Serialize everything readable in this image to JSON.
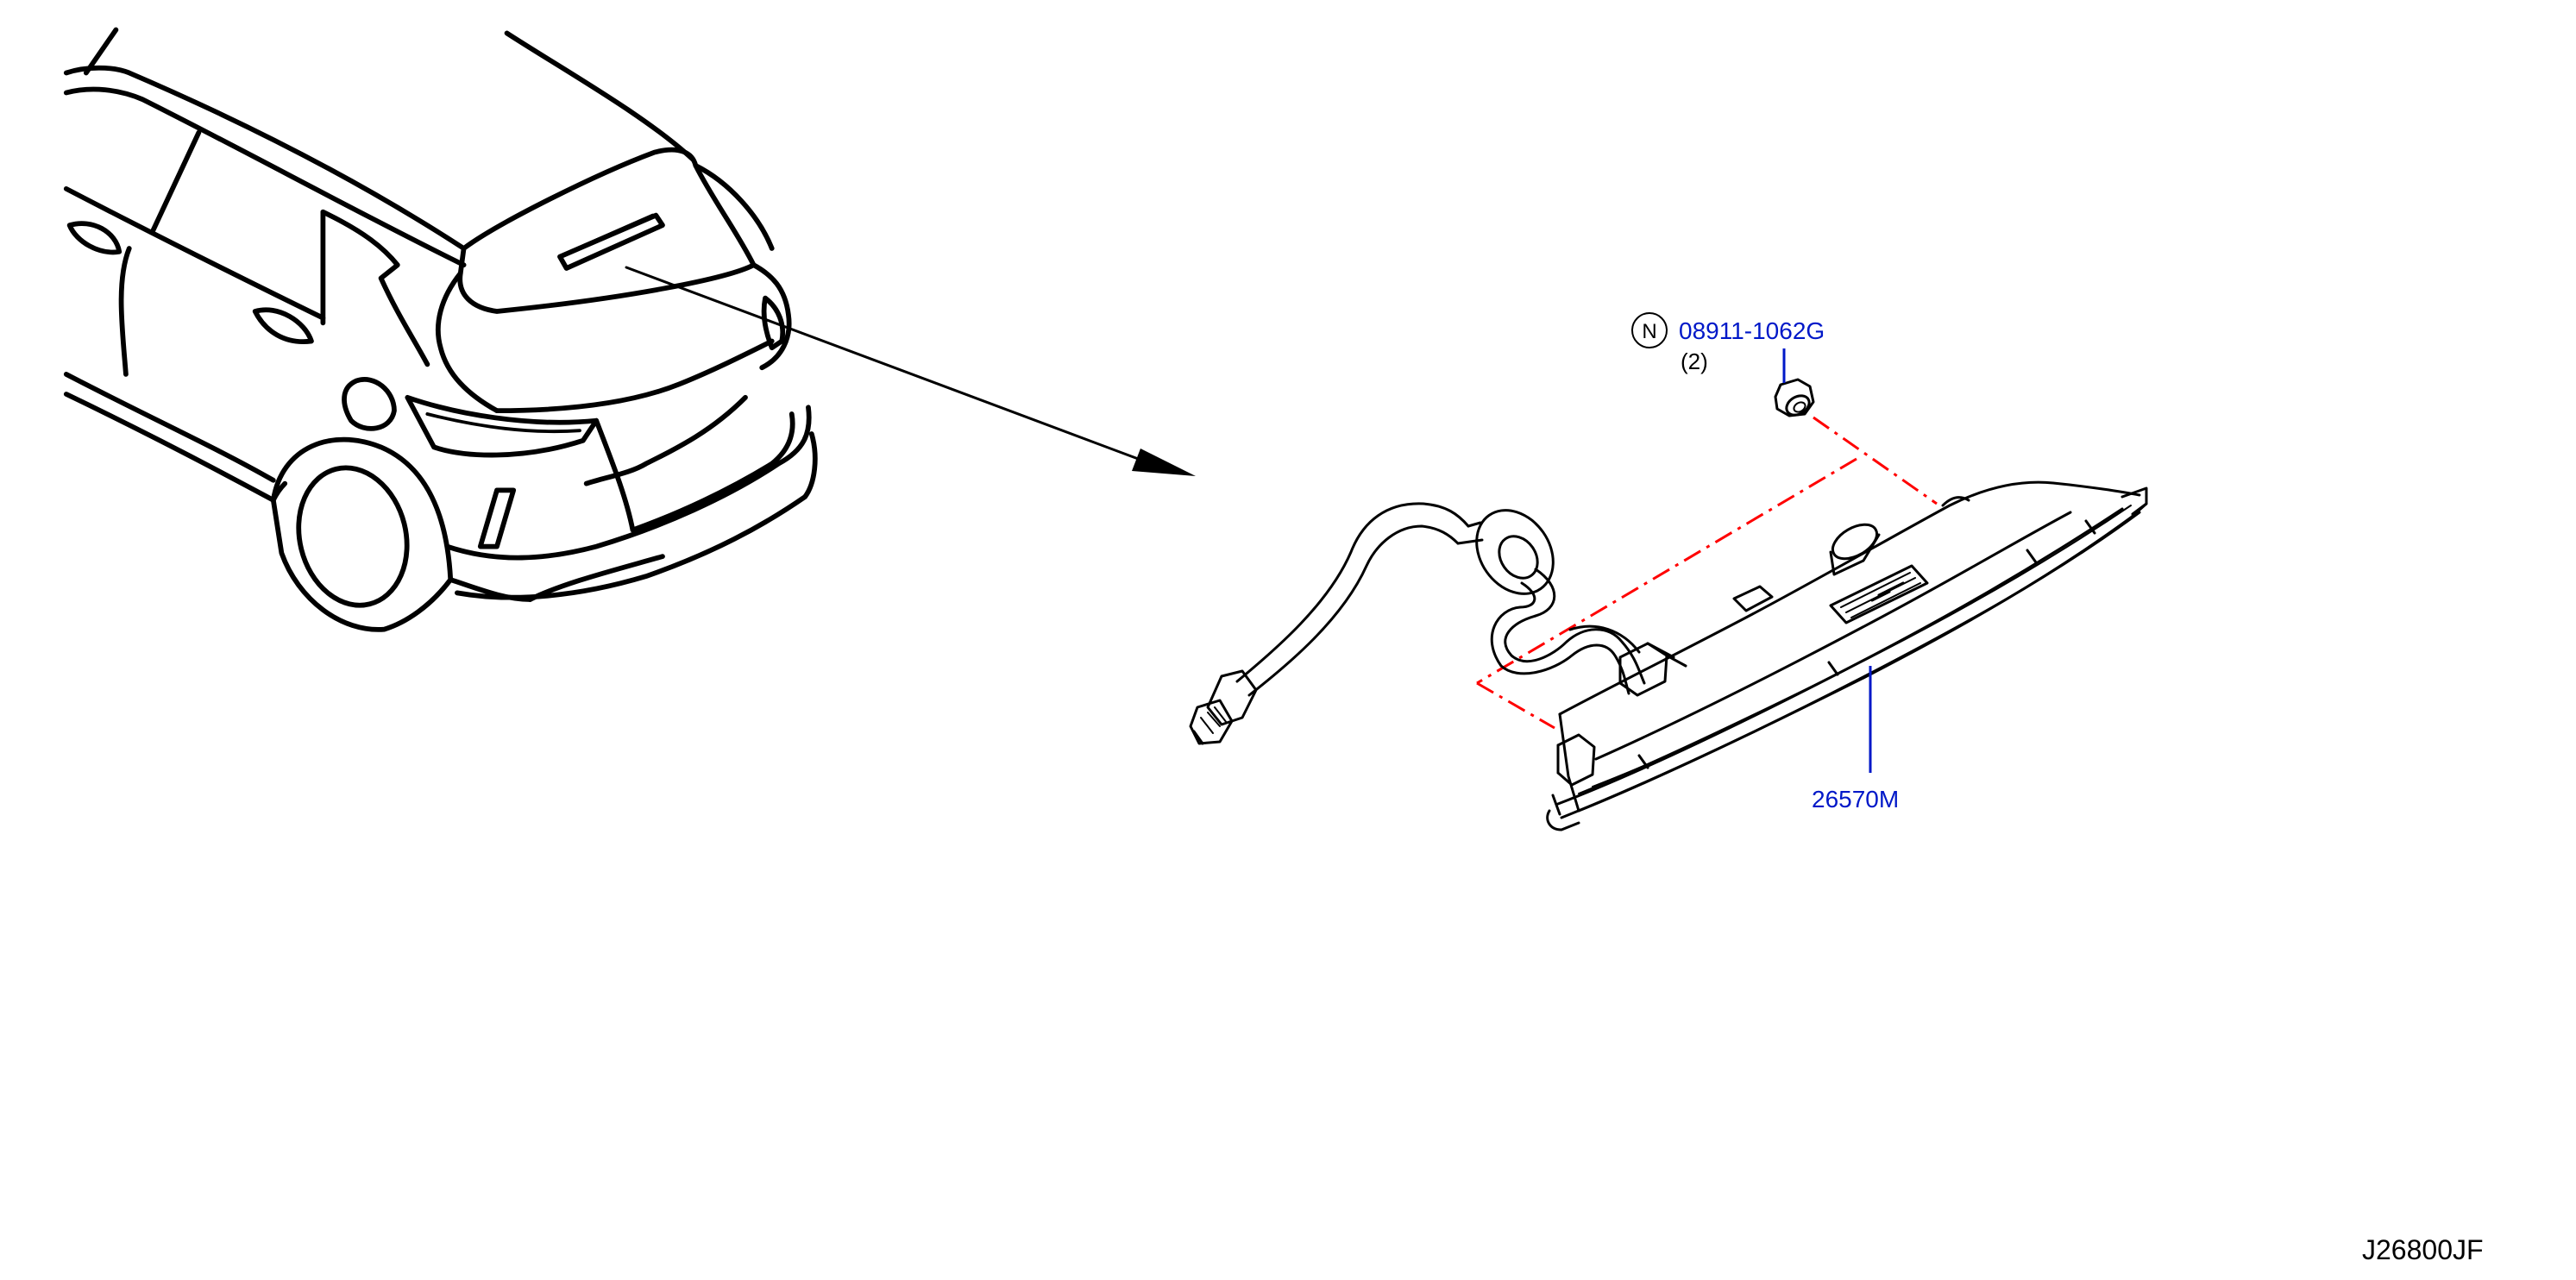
{
  "diagram": {
    "reference_code": "J26800JF",
    "parts": [
      {
        "part_number": "08911-1062G",
        "quantity": "(2)",
        "marker": "N",
        "part_icon": "hex-nut-icon"
      },
      {
        "part_number": "26570M",
        "part_icon": "high-mount-stop-lamp-icon"
      }
    ],
    "illustration_icons": [
      "vehicle-rear-view-icon",
      "wire-harness-icon",
      "connector-icon",
      "grommet-icon"
    ],
    "colors": {
      "part_number_text": "#0018c8",
      "leader_line": "#0018c8",
      "assembly_line": "#ff0000",
      "linework": "#000000"
    }
  }
}
